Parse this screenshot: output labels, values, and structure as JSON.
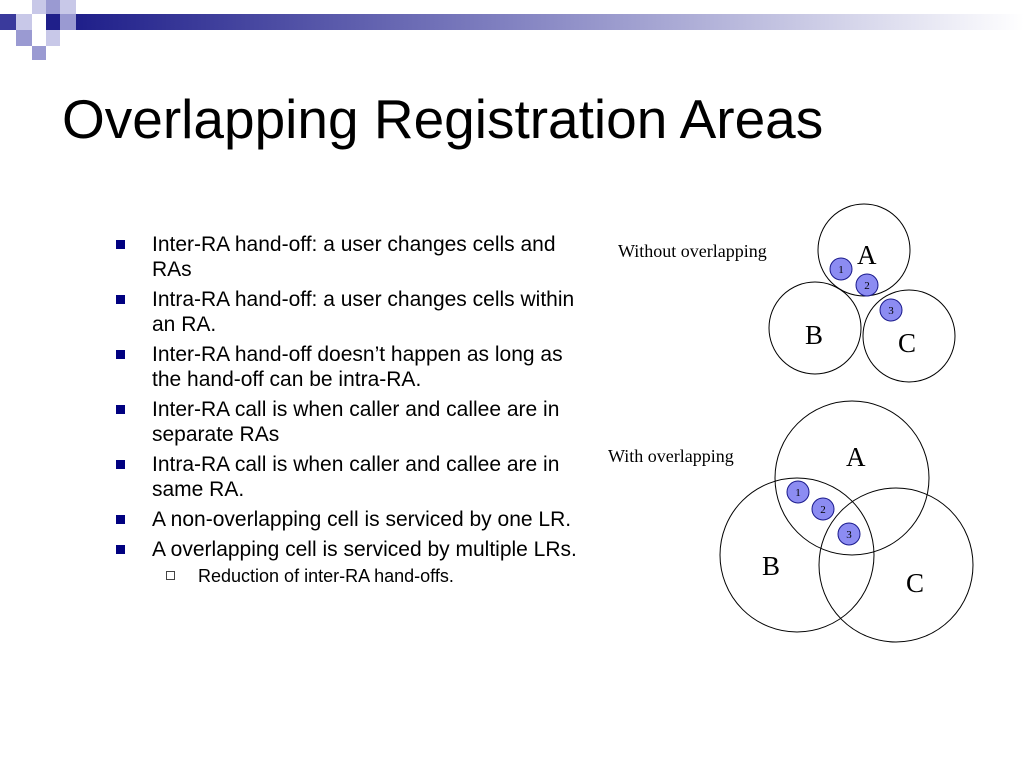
{
  "slide": {
    "title": "Overlapping Registration Areas"
  },
  "bullets": [
    {
      "text": "Inter-RA hand-off: a user changes cells and RAs"
    },
    {
      "text": "Intra-RA hand-off: a user changes cells within an RA."
    },
    {
      "text": "Inter-RA hand-off doesn’t happen as long as the hand-off can be intra-RA."
    },
    {
      "text": "Inter-RA call is when caller and callee are in separate RAs"
    },
    {
      "text": "Intra-RA call is when caller and callee are in same RA."
    },
    {
      "text": "A non-overlapping cell is serviced by one LR."
    },
    {
      "text": "A overlapping cell is serviced by multiple LRs.",
      "sub": [
        "Reduction of inter-RA hand-offs."
      ]
    }
  ],
  "diagrams": {
    "without": {
      "label": "Without overlapping",
      "areas": [
        "A",
        "B",
        "C"
      ],
      "cells": [
        "1",
        "2",
        "3"
      ]
    },
    "with": {
      "label": "With overlapping",
      "areas": [
        "A",
        "B",
        "C"
      ],
      "cells": [
        "1",
        "2",
        "3"
      ]
    }
  },
  "colors": {
    "bullet": "#000080",
    "cell_fill": "#8c8cf2",
    "cell_stroke": "#1a1a8c"
  }
}
